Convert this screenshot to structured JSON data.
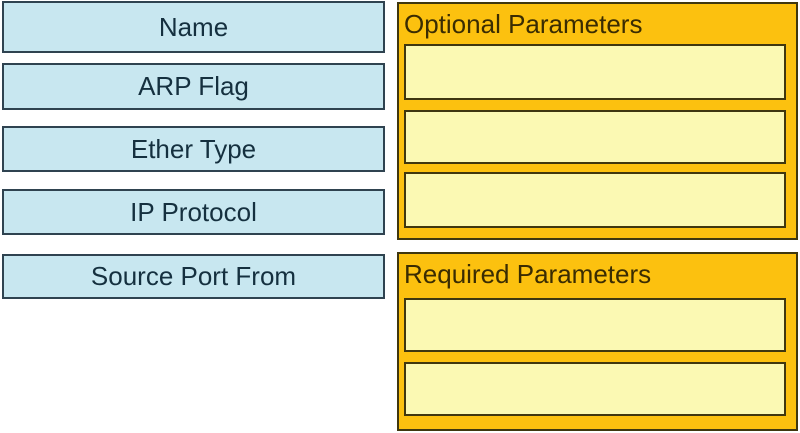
{
  "colors": {
    "item_fill": "#c8e7f0",
    "item_border": "#2f4350",
    "item_text": "#15303f",
    "panel_fill": "#fcc10f",
    "panel_border": "#3f370f",
    "panel_title_text": "#3a2c02",
    "slot_fill": "#fbf9b3",
    "page_background": "#ffffff"
  },
  "drag_items": [
    {
      "label": "Name"
    },
    {
      "label": "ARP Flag"
    },
    {
      "label": "Ether Type"
    },
    {
      "label": "IP Protocol"
    },
    {
      "label": "Source Port From"
    }
  ],
  "panels": [
    {
      "title": "Optional Parameters",
      "slot_count": 3,
      "slots": [
        "",
        "",
        ""
      ]
    },
    {
      "title": "Required Parameters",
      "slot_count": 2,
      "slots": [
        "",
        ""
      ]
    }
  ]
}
